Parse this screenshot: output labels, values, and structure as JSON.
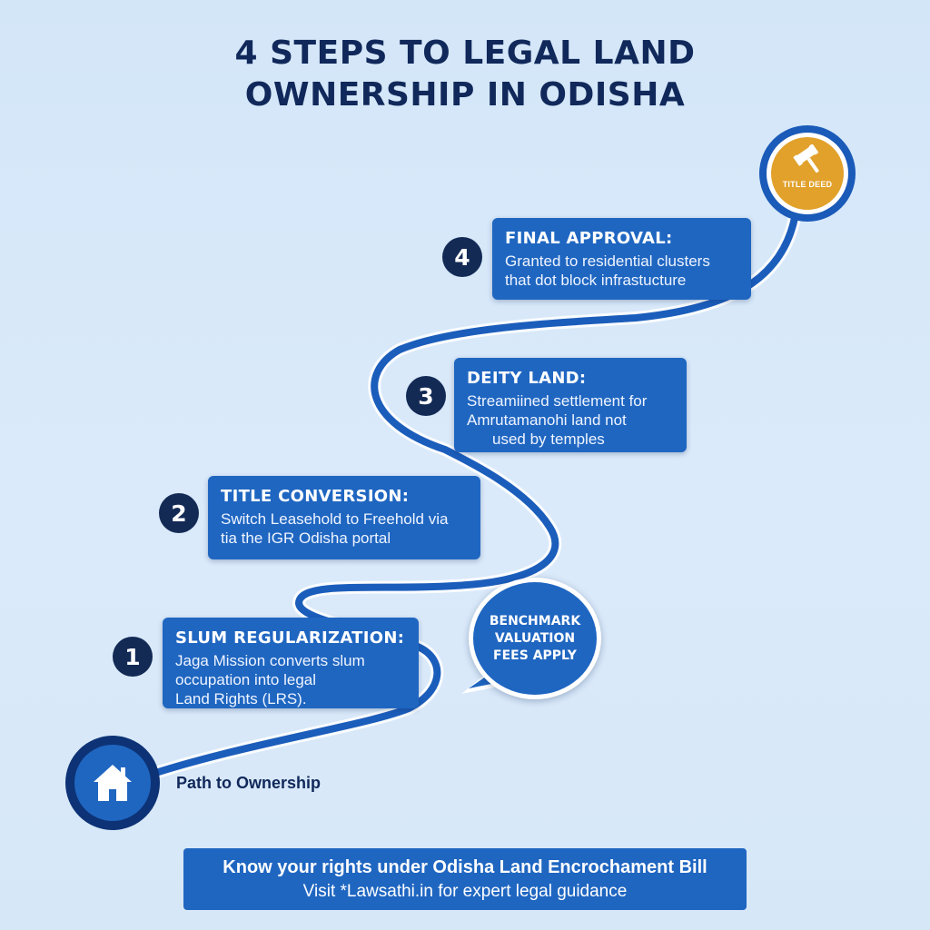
{
  "title": {
    "line1": "4 STEPS TO LEGAL LAND",
    "line2": "OWNERSHIP IN ODISHA"
  },
  "start": {
    "icon": "house-icon",
    "label": "Path to Ownership"
  },
  "end": {
    "icon": "gavel-icon",
    "label": "TITLE DEED"
  },
  "steps": [
    {
      "number": "1",
      "heading": "SLUM REGULARIZATION:",
      "lines": [
        "Jaga Mission converts slum",
        "occupation into legal",
        "Land Rights (LRS)."
      ]
    },
    {
      "number": "2",
      "heading": "TITLE CONVERSION:",
      "lines": [
        "Switch Leasehold to Freehold via",
        "tia the IGR Odisha portal"
      ]
    },
    {
      "number": "3",
      "heading": "DEITY LAND:",
      "lines": [
        "Streamiined settlement for",
        "Amrutamanohi land not",
        "used by temples"
      ]
    },
    {
      "number": "4",
      "heading": "FINAL APPROVAL:",
      "lines": [
        "Granted to residential clusters",
        "that dot block infrastucture"
      ]
    }
  ],
  "callout": {
    "lines": [
      "BENCHMARK",
      "VALUATION",
      "FEES APPLY"
    ]
  },
  "footer": {
    "line1": "Know your rights under Odisha Land Encrochament Bill",
    "line2": "Visit *Lawsathi.in for expert legal guidance"
  },
  "colors": {
    "background": "#d6e8f9",
    "primary_blue": "#1f66c1",
    "navy": "#132a55",
    "gold": "#e1a12b"
  }
}
